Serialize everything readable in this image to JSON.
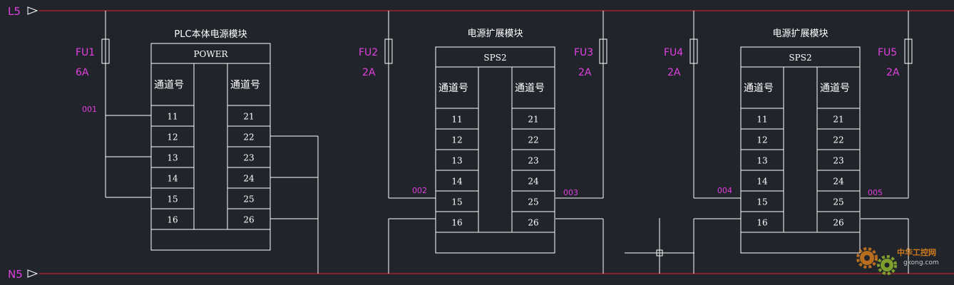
{
  "colors": {
    "background": "#21252b",
    "line": "#ffffff",
    "bus": "#e0242b",
    "magenta": "#e040e0"
  },
  "buses": {
    "top": "L5",
    "bottom": "N5"
  },
  "modules": [
    {
      "title": "PLC本体电源模块",
      "name": "POWER",
      "col_left": "通道号",
      "col_right": "通道号",
      "left_channels": [
        "11",
        "12",
        "13",
        "14",
        "15",
        "16"
      ],
      "right_channels": [
        "21",
        "22",
        "23",
        "24",
        "25",
        "26"
      ]
    },
    {
      "title": "电源扩展模块",
      "name": "SPS2",
      "col_left": "通道号",
      "col_right": "通道号",
      "left_channels": [
        "11",
        "12",
        "13",
        "14",
        "15",
        "16"
      ],
      "right_channels": [
        "21",
        "22",
        "23",
        "24",
        "25",
        "26"
      ]
    },
    {
      "title": "电源扩展模块",
      "name": "SPS2",
      "col_left": "通道号",
      "col_right": "通道号",
      "left_channels": [
        "11",
        "12",
        "13",
        "14",
        "15",
        "16"
      ],
      "right_channels": [
        "21",
        "22",
        "23",
        "24",
        "25",
        "26"
      ]
    }
  ],
  "fuses": [
    {
      "label": "FU1",
      "rating": "6A"
    },
    {
      "label": "FU2",
      "rating": "2A"
    },
    {
      "label": "FU3",
      "rating": "2A"
    },
    {
      "label": "FU4",
      "rating": "2A"
    },
    {
      "label": "FU5",
      "rating": "2A"
    }
  ],
  "wire_labels": [
    "001",
    "002",
    "003",
    "004",
    "005"
  ],
  "watermark": {
    "text": "中华工控网",
    "url": "gkong.com",
    "icon": "gear-icon"
  }
}
